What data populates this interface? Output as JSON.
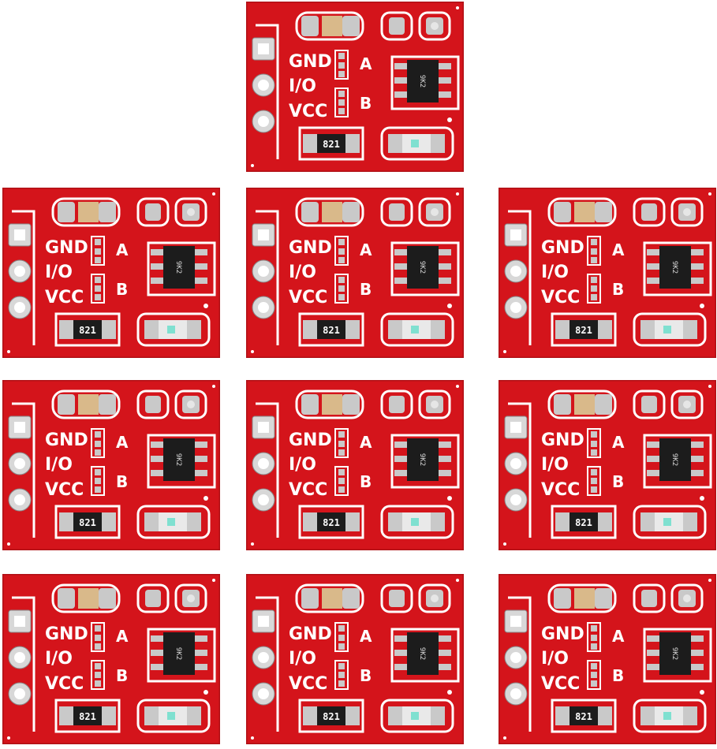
{
  "boards": [
    {
      "pins": [
        "GND",
        "I/O",
        "VCC"
      ],
      "jumpers": [
        "A",
        "B"
      ],
      "resistor_code": "821",
      "chip_marking": "9K2"
    },
    {
      "pins": [
        "GND",
        "I/O",
        "VCC"
      ],
      "jumpers": [
        "A",
        "B"
      ],
      "resistor_code": "821",
      "chip_marking": "9K2"
    },
    {
      "pins": [
        "GND",
        "I/O",
        "VCC"
      ],
      "jumpers": [
        "A",
        "B"
      ],
      "resistor_code": "821",
      "chip_marking": "9K2"
    },
    {
      "pins": [
        "GND",
        "I/O",
        "VCC"
      ],
      "jumpers": [
        "A",
        "B"
      ],
      "resistor_code": "821",
      "chip_marking": "9K2"
    },
    {
      "pins": [
        "GND",
        "I/O",
        "VCC"
      ],
      "jumpers": [
        "A",
        "B"
      ],
      "resistor_code": "821",
      "chip_marking": "9K2"
    },
    {
      "pins": [
        "GND",
        "I/O",
        "VCC"
      ],
      "jumpers": [
        "A",
        "B"
      ],
      "resistor_code": "821",
      "chip_marking": "9K2"
    },
    {
      "pins": [
        "GND",
        "I/O",
        "VCC"
      ],
      "jumpers": [
        "A",
        "B"
      ],
      "resistor_code": "821",
      "chip_marking": "9K2"
    },
    {
      "pins": [
        "GND",
        "I/O",
        "VCC"
      ],
      "jumpers": [
        "A",
        "B"
      ],
      "resistor_code": "821",
      "chip_marking": "9K2"
    },
    {
      "pins": [
        "GND",
        "I/O",
        "VCC"
      ],
      "jumpers": [
        "A",
        "B"
      ],
      "resistor_code": "821",
      "chip_marking": "9K2"
    },
    {
      "pins": [
        "GND",
        "I/O",
        "VCC"
      ],
      "jumpers": [
        "A",
        "B"
      ],
      "resistor_code": "821",
      "chip_marking": "9K2"
    }
  ],
  "colors": {
    "pcb": "#d4141b",
    "pcb_dark": "#a80d12",
    "silk": "#ffffff",
    "pad": "#c9c9c9",
    "chip": "#1c1c1c",
    "cap": "#d9b98a",
    "led": "#7fe0d0"
  }
}
